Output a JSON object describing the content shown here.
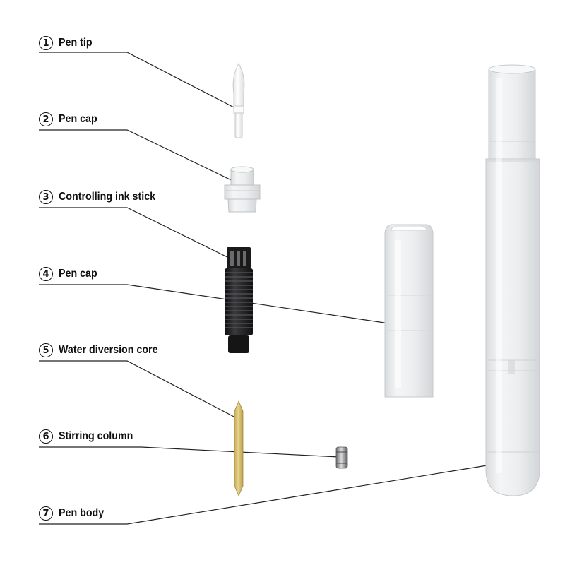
{
  "labels": [
    {
      "num": "1",
      "text": "Pen tip"
    },
    {
      "num": "2",
      "text": "Pen cap"
    },
    {
      "num": "3",
      "text": "Controlling ink stick"
    },
    {
      "num": "4",
      "text": "Pen cap"
    },
    {
      "num": "5",
      "text": "Water diversion core"
    },
    {
      "num": "6",
      "text": "Stirring column"
    },
    {
      "num": "7",
      "text": "Pen body"
    }
  ],
  "colors": {
    "text": "#111111",
    "leader": "#222222",
    "tip": "#f4f4f4",
    "clear": "#e9ebec",
    "ink_stick": "#1c1c1e",
    "core": "#d8c27a",
    "stirrer": "#9a9a9c"
  }
}
